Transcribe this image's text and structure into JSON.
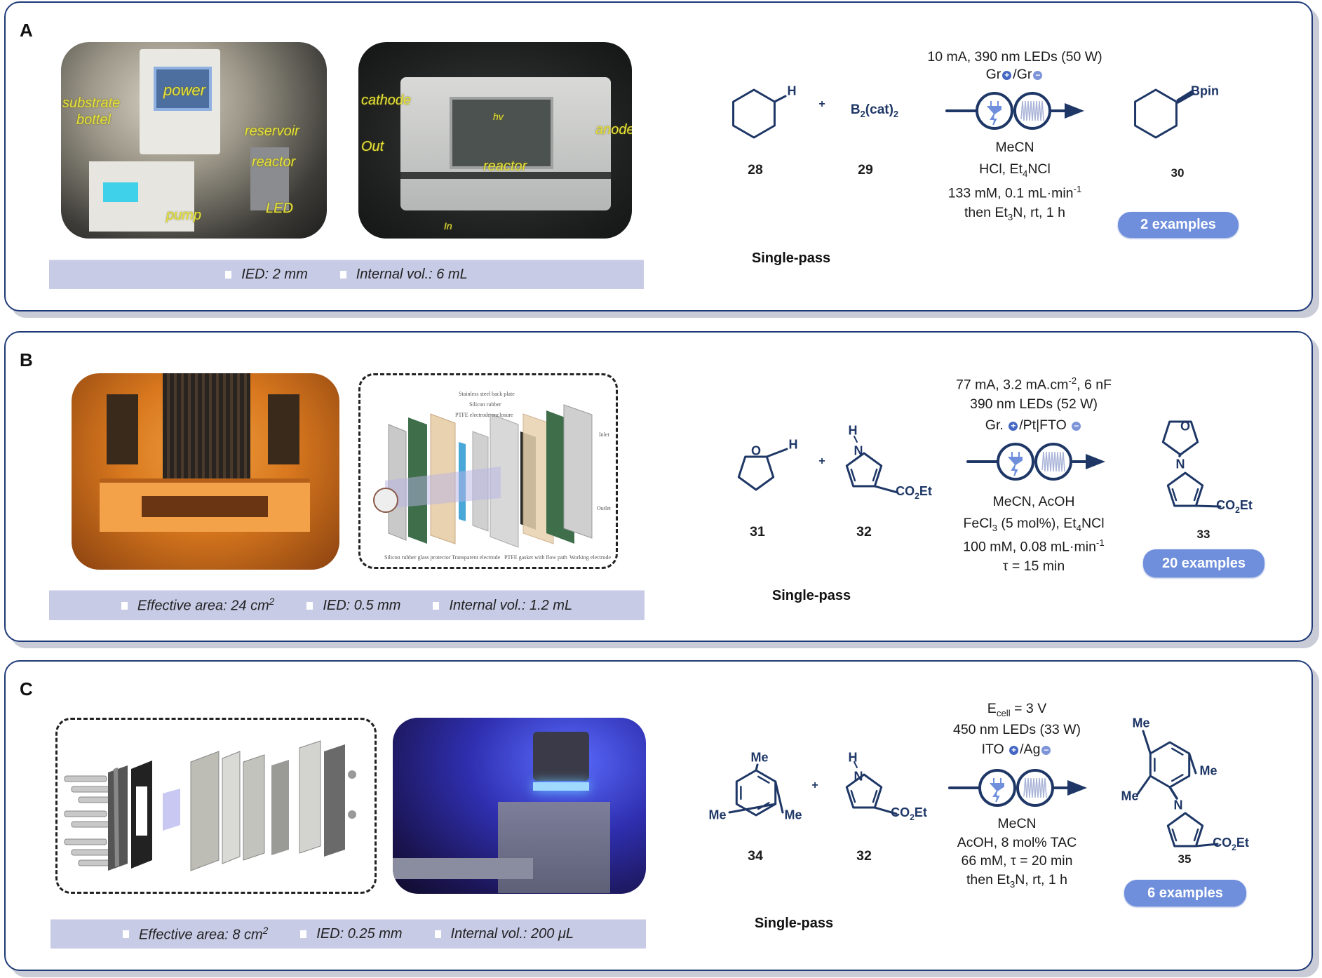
{
  "panels": {
    "A": {
      "label": "A",
      "photo1_labels": [
        "substrate",
        "bottel",
        "power",
        "reservoir",
        "reactor",
        "pump",
        "LED"
      ],
      "photo2_labels": [
        "cathode",
        "hv",
        "anode",
        "Out",
        "reactor",
        "In"
      ],
      "info": [
        "IED: 2 mm",
        "Internal vol.: 6 mL"
      ],
      "reactant1_atom": "H",
      "plus": "+",
      "reactant2": "B_{2}(cat)_{2}",
      "product_group": "Bpin",
      "numbers": [
        "28",
        "29",
        "30"
      ],
      "conditions_top": [
        "10 mA, 390 nm LEDs (50 W)"
      ],
      "electrodes": {
        "anode": "Gr",
        "sep": "/Gr"
      },
      "conditions_bottom": [
        "MeCN",
        "HCl, Et_{4}NCl",
        "133 mM, 0.1 mL·min^{-1}",
        "then Et_{3}N, rt, 1 h"
      ],
      "mode": "Single-pass",
      "examples": "2 examples"
    },
    "B": {
      "label": "B",
      "diagram_labels": [
        "Stainless steel back plate",
        "Silicon rubber",
        "PTFE electrode enclosure",
        "Inlet",
        "Outlet",
        "Silicon rubber glass protector",
        "Transparent electrode",
        "PTFE gasket with flow path",
        "Working electrode"
      ],
      "info": [
        "Effective area: 24 cm^{2}",
        "IED: 0.5 mm",
        "Internal vol.: 1.2 mL"
      ],
      "atoms": {
        "O": "O",
        "H": "H",
        "N": "N",
        "ester": "CO_{2}Et"
      },
      "plus": "+",
      "numbers": [
        "31",
        "32",
        "33"
      ],
      "conditions_top": [
        "77 mA, 3.2 mA.cm^{-2}, 6 nF",
        "390 nm LEDs (52 W)"
      ],
      "electrodes": {
        "anode": "Gr.",
        "sep": "/Pt|FTO"
      },
      "conditions_bottom": [
        "MeCN, AcOH",
        "FeCl_{3} (5 mol%), Et_{4}NCl",
        "100 mM, 0.08 mL·min^{-1}",
        "τ = 15 min"
      ],
      "mode": "Single-pass",
      "examples": "20 examples"
    },
    "C": {
      "label": "C",
      "info": [
        "Effective area: 8 cm^{2}",
        "IED: 0.25 mm",
        "Internal vol.: 200 μL"
      ],
      "atoms": {
        "Me": "Me",
        "H": "H",
        "N": "N",
        "ester": "CO_{2}Et"
      },
      "plus": "+",
      "numbers": [
        "34",
        "32",
        "35"
      ],
      "conditions_top": [
        "E_{cell} = 3 V",
        "450 nm LEDs (33 W)"
      ],
      "electrodes": {
        "anode": "ITO",
        "sep": "/Ag"
      },
      "conditions_bottom": [
        "MeCN",
        "AcOH, 8 mol% TAC",
        "66 mM, τ = 20 min",
        "then Et_{3}N, rt, 1 h"
      ],
      "mode": "Single-pass",
      "examples": "6 examples"
    }
  },
  "colors": {
    "navy": "#1e3766",
    "border": "#1f3a78",
    "button": "#6f8fdc",
    "infobar": "#c8cbe6",
    "photo_label": "#e8e23a"
  }
}
